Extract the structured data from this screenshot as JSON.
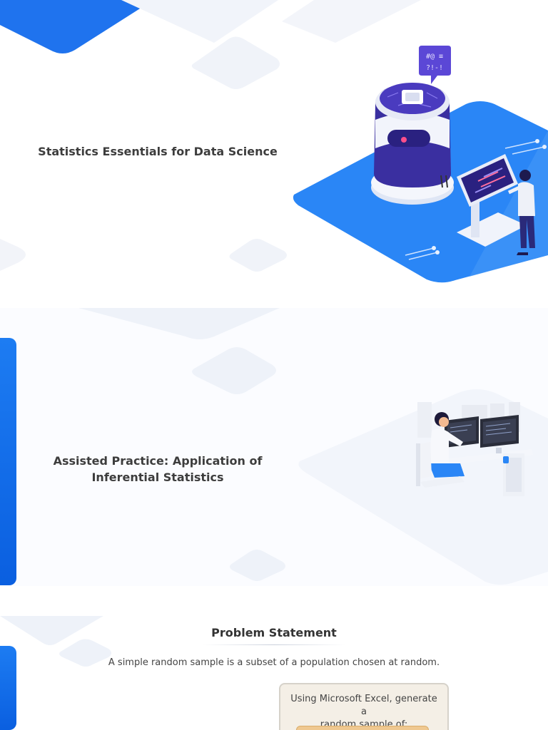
{
  "slides": {
    "one": {
      "title": "Statistics Essentials for Data Science"
    },
    "two": {
      "title_line1": "Assisted Practice: Application of",
      "title_line2": "Inferential Statistics"
    },
    "three": {
      "heading": "Problem Statement",
      "text": "A simple random sample is a subset of a population chosen at random.",
      "card_line1": "Using Microsoft Excel, generate a",
      "card_line2": "random sample of:"
    }
  },
  "illustration": {
    "bubble_line1": "#@ ≡",
    "bubble_line2": "?!-!"
  },
  "colors": {
    "accent_blue": "#1f7bf2",
    "card_bg": "#f4efe6",
    "card_inner": "#efc890"
  },
  "icons": [
    "robot-illustration",
    "computer-workstation-illustration",
    "chat-bubble-icon"
  ]
}
